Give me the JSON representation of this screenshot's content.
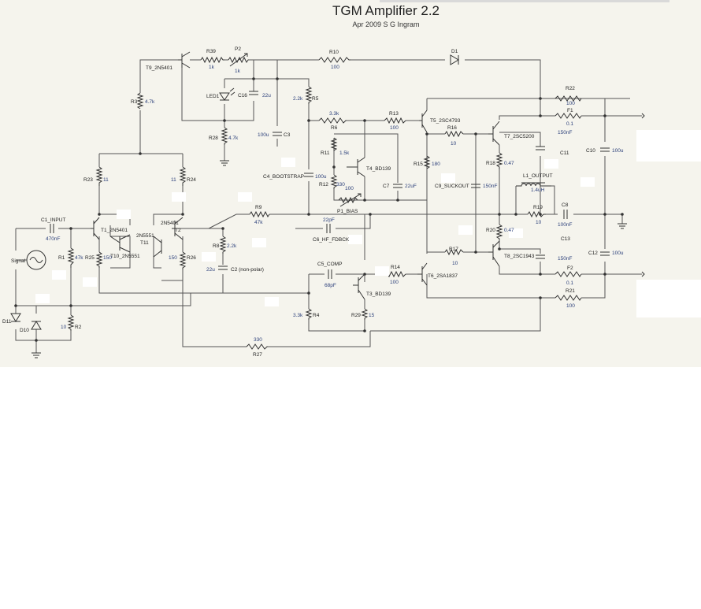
{
  "header": {
    "title": "TGM Amplifier 2.2",
    "subtitle": "Apr 2009  S G Ingram"
  },
  "labels": {
    "r39": "R39",
    "r39_val": "1k",
    "p2": "P2",
    "p2_val": "1k",
    "r10": "R10",
    "r10_val": "100",
    "d1": "D1",
    "t9": "T9_2N5401",
    "r3": "R3",
    "r3_val": "4.7k",
    "led1": "LED1",
    "c16": "C16",
    "c16_val": "22u",
    "r5_val": "2.2k",
    "r5": "R5",
    "r28": "R28",
    "r28_val": "4.7k",
    "c3_val": "100u",
    "c3": "C3",
    "r6_val": "3.3k",
    "r6": "R6",
    "r13": "R13",
    "r13_val": "100",
    "t5": "T5_2SC4793",
    "r16": "R16",
    "r16_val": "10",
    "t7": "T7_2SC5200",
    "r22": "R22",
    "r22_val": "100",
    "f1": "F1",
    "f1_val": "0.1",
    "c11_val": "150nF",
    "c11": "C11",
    "c10": "C10",
    "c10_val": "100u",
    "r11": "R11",
    "r11_val": "1.5k",
    "t4": "T4_BD139",
    "r15": "R15",
    "r15_val": "180",
    "r18": "R18",
    "r18_val": "0.47",
    "r23": "R23",
    "r23_val": "11",
    "r24_val": "11",
    "r24": "R24",
    "c4": "C4_BOOTSTRAP",
    "c4_val": "100u",
    "r12": "R12",
    "r12_val": "330",
    "p1_val": "100",
    "c7": "C7",
    "c7_val": "22uF",
    "c9": "C9_SUCKOUT",
    "c9_val": "150nF",
    "l1": "L1_OUTPUT",
    "l1_val": "1.4uH",
    "p1": "P1_BIAS",
    "r9": "R9",
    "r9_val": "47k",
    "r19": "R19",
    "r19_val": "10",
    "c8": "C8",
    "c8_val": "100nF",
    "c1": "C1_INPUT",
    "c1_val": "470nF",
    "t1": "T1_2N5401",
    "t2_type": "2N5401",
    "t2": "T2",
    "c6_val": "22pF",
    "c6": "C6_HF_FDBCK",
    "r20": "R20",
    "r20_val": "0.47",
    "t11_type": "2N5551",
    "t11": "T11",
    "t10": "T10_2N5551",
    "r8": "R8",
    "r8_val": "2.2k",
    "c13": "C13",
    "c13_val": "150nF",
    "c12": "C12",
    "c12_val": "100u",
    "r1": "R1",
    "r1_val": "47k",
    "r25": "R25",
    "r25_val": "150",
    "r26_val": "150",
    "r26": "R26",
    "r17": "R17",
    "r17_val": "10",
    "t8": "T8_2SC1943",
    "signal": "Signal",
    "c5": "C5_COMP",
    "c5_val": "68pF",
    "c2_val": "22u",
    "c2": "C2 (non-polar)",
    "r14": "R14",
    "r14_val": "100",
    "t6": "T6_2SA1837",
    "f2": "F2",
    "f2_val": "0.1",
    "t3": "T3_BD139",
    "r21": "R21",
    "r21_val": "100",
    "d11": "D11",
    "d10": "D10",
    "r2_val": "10",
    "r2": "R2",
    "r4_val": "3.3k",
    "r4": "R4",
    "r29": "R29",
    "r29_val": "15",
    "r27_val": "330",
    "r27": "R27"
  }
}
